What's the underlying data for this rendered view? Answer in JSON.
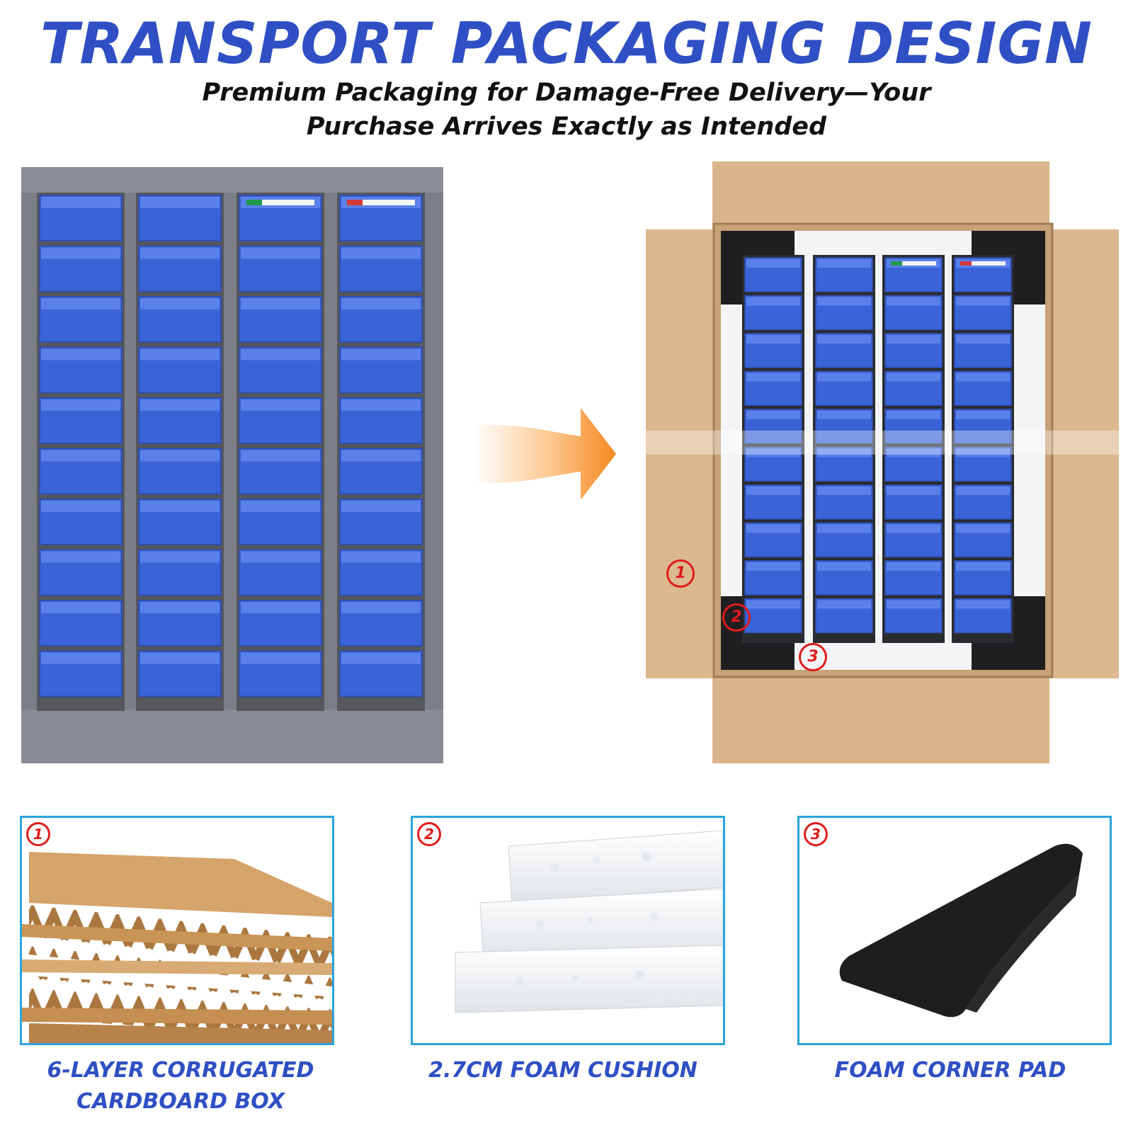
{
  "header": {
    "title": "TRANSPORT PACKAGING DESIGN",
    "subtitle_line1": "Premium Packaging for Damage-Free Delivery—Your",
    "subtitle_line2": "Purchase Arrives Exactly as Intended"
  },
  "diagram_markers": {
    "m1": "1",
    "m2": "2",
    "m3": "3"
  },
  "features": [
    {
      "number": "1",
      "caption_line1": "6-LAYER CORRUGATED",
      "caption_line2": "CARDBOARD BOX",
      "image": "corrugated-cardboard"
    },
    {
      "number": "2",
      "caption_line1": "2.7CM FOAM CUSHION",
      "caption_line2": "",
      "image": "foam-cushion"
    },
    {
      "number": "3",
      "caption_line1": "FOAM CORNER PAD",
      "caption_line2": "",
      "image": "foam-corner-pad"
    }
  ],
  "colors": {
    "headline_blue": "#2f4fc4",
    "cabinet_grey": "#7d7f86",
    "drawer_blue": "#3a63d8",
    "cardboard": "#d9b48a",
    "arrow_orange": "#f5871f",
    "marker_red": "#e01b1b",
    "panel_border": "#2aa4dd"
  }
}
